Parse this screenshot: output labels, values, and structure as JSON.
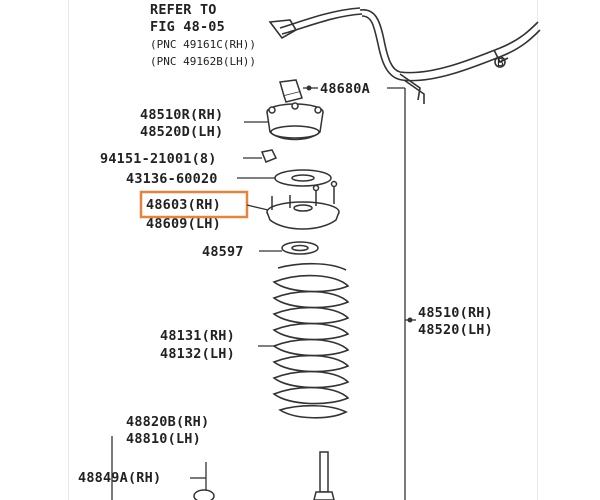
{
  "refer": {
    "line1": "REFER TO",
    "line2": "FIG 48-05",
    "line3": "(PNC 49161C(RH))",
    "line4": "(PNC 49162B(LH))"
  },
  "parts": {
    "p48680A": "48680A",
    "p48510R": "48510R(RH)",
    "p48520D": "48520D(LH)",
    "p94151": "94151-21001(8)",
    "p43136": "43136-60020",
    "p48603": "48603(RH)",
    "p48609": "48609(LH)",
    "p48597": "48597",
    "p48510": "48510(RH)",
    "p48520": "48520(LH)",
    "p48131": "48131(RH)",
    "p48132": "48132(LH)",
    "p48820B": "48820B(RH)",
    "p48810": "48810(LH)",
    "p48849A": "48849A(RH)"
  },
  "highlight_color": "#e8833a",
  "line_color": "#333333"
}
